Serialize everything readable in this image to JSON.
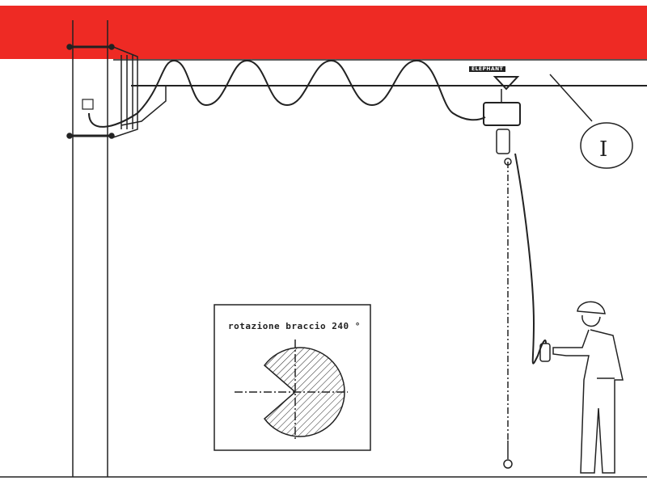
{
  "diagram": {
    "rotation_caption": "rotazione braccio 240 °",
    "beam_profile_label": "I",
    "hoist_logo_text": "ELEPHANT",
    "rotation_angle_deg": 240,
    "colors": {
      "wall_band": "#ee2a24",
      "line": "#222222"
    }
  }
}
